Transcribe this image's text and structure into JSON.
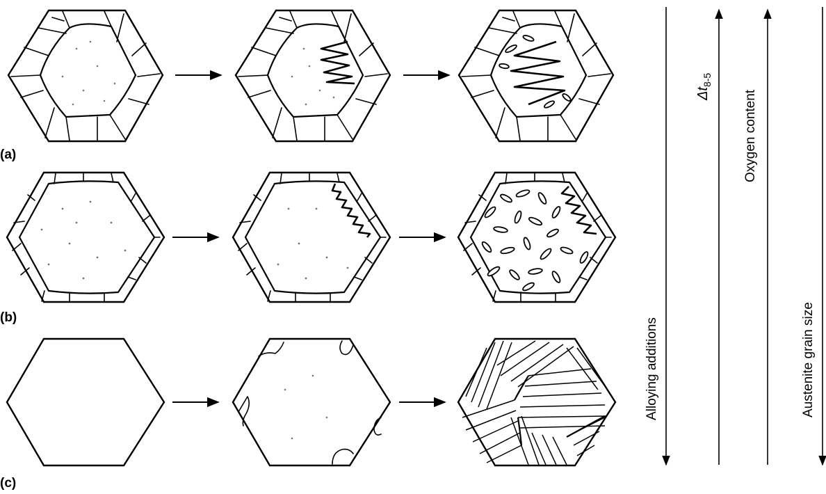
{
  "rows": [
    {
      "label": "(a)"
    },
    {
      "label": "(b)"
    },
    {
      "label": "(c)"
    }
  ],
  "axes": [
    {
      "label": "Alloying additions",
      "direction": "down"
    },
    {
      "symbol": "Δt",
      "subscript": "8-5",
      "direction": "up"
    },
    {
      "label": "Oxygen content",
      "direction": "up"
    },
    {
      "label": "Austenite grain size",
      "direction": "down"
    }
  ]
}
